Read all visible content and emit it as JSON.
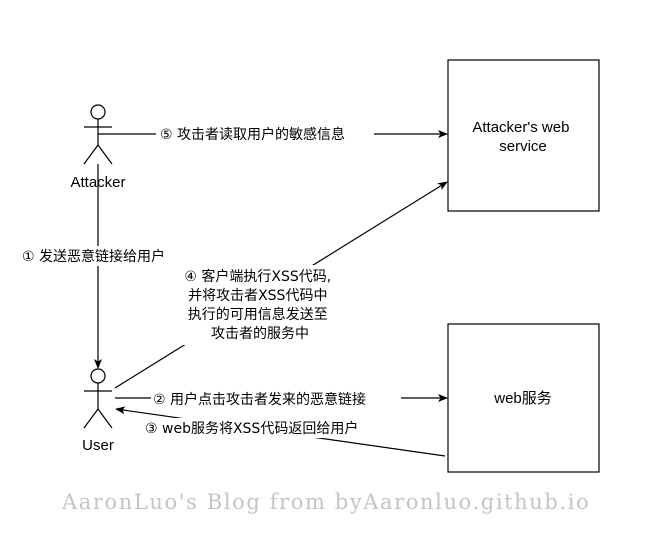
{
  "nodes": {
    "attacker_actor": "Attacker",
    "user_actor": "User",
    "attacker_service": [
      "Attacker's web",
      "service"
    ],
    "web_service": "web服务"
  },
  "edges": {
    "step1": "① 发送恶意链接给用户",
    "step2": "② 用户点击攻击者发来的恶意链接",
    "step3": "③ web服务将XSS代码返回给用户",
    "step4": [
      "④ 客户端执行XSS代码,",
      "并将攻击者XSS代码中",
      "执行的可用信息发送至",
      "攻击者的服务中"
    ],
    "step5": "⑤ 攻击者读取用户的敏感信息"
  },
  "watermark": "AaronLuo's Blog from byAaronluo.github.io",
  "colors": {
    "line": "#000000",
    "background": "#ffffff",
    "watermark": "#c4c4c4"
  }
}
